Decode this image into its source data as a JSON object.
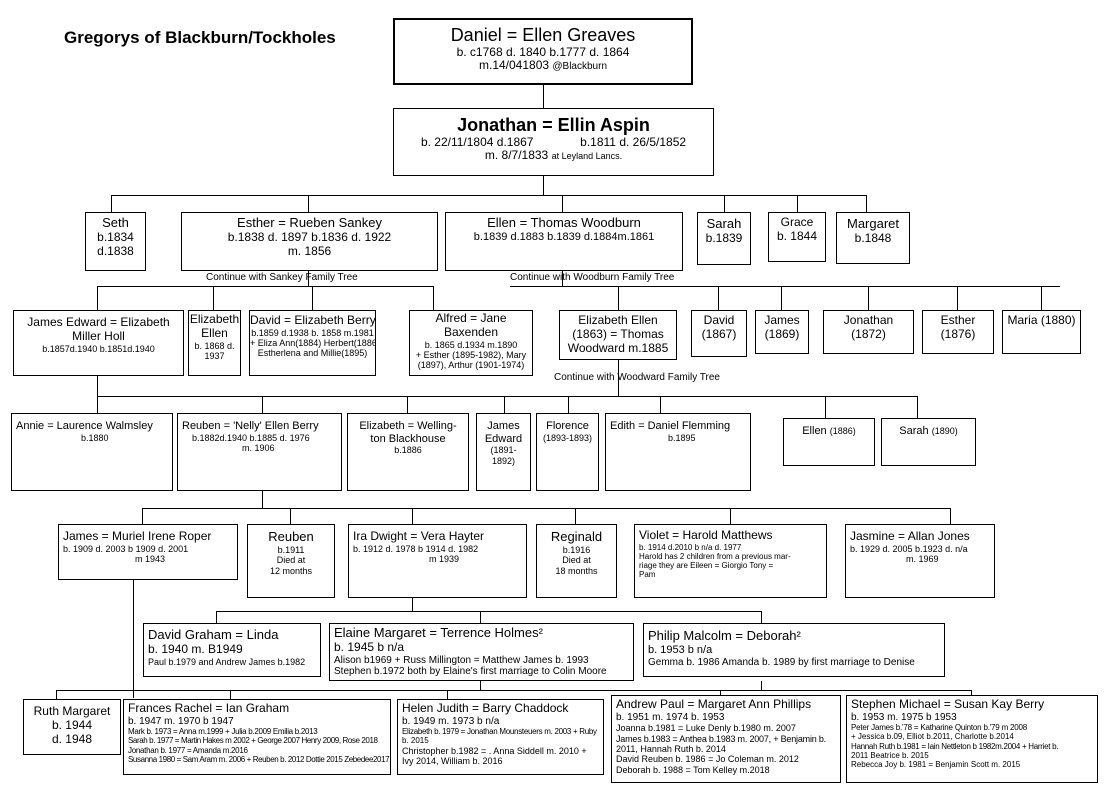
{
  "title": "Gregorys of Blackburn/Tockholes",
  "gen1": {
    "name": "Daniel = Ellen Greaves",
    "dates": "b. c1768 d. 1840  b.1777 d. 1864",
    "married_a": "m.14/041803",
    "married_b": "@Blackburn"
  },
  "gen2": {
    "name": "Jonathan = Ellin Aspin",
    "dates_a": "b. 22/11/1804  d.1867",
    "dates_b": "b.1811 d. 26/5/1852",
    "married_a": "m. 8/7/1833",
    "married_b": "at Leyland Lancs."
  },
  "gen3": {
    "seth": {
      "name": "Seth",
      "l1": "b.1834",
      "l2": "d.1838"
    },
    "esther": {
      "name": "Esther = Rueben Sankey",
      "l1": "b.1838 d. 1897  b.1836 d. 1922",
      "l2": "m. 1856"
    },
    "ellen": {
      "name": "Ellen = Thomas Woodburn",
      "l1": "b.1839 d.1883 b.1839 d.1884m.1861"
    },
    "sarah": {
      "name": "Sarah",
      "l1": "b.1839"
    },
    "grace": {
      "name": "Grace",
      "l1": "b. 1844"
    },
    "margaret": {
      "name": "Margaret",
      "l1": "b.1848"
    },
    "note_sankey": "Continue with Sankey Family Tree",
    "note_woodburn": "Continue with Woodburn Family Tree"
  },
  "gen4": {
    "james_edward": {
      "name_a": "James Edward = Elizabeth",
      "name_b": "Miller Holl",
      "l1": "b.1857d.1940       b.1851d.1940"
    },
    "elizabeth_ellen": {
      "a": "Elizabeth",
      "b": "Ellen",
      "l1": "b. 1868 d.",
      "l2": "1937"
    },
    "david": {
      "name": "David = Elizabeth Berry",
      "l1": "b.1859 d.1938 b. 1858 m.1981",
      "l2": "+ Eliza Ann(1884) Herbert(1886)",
      "l3": "Estherlena and Millie(1895)"
    },
    "alfred": {
      "a": "Alfred = Jane",
      "b": "Baxenden",
      "l1": "b. 1865 d.1934 m.1890",
      "l2": "+ Esther (1895-1982), Mary",
      "l3": "(1897), Arthur (1901-1974)"
    },
    "eliz_ellen_w": {
      "a": "Elizabeth Ellen",
      "b": "(1863) = Thomas",
      "c": "Woodward m.1885"
    },
    "david_w": {
      "a": "David",
      "b": "(1867)"
    },
    "james_w": {
      "a": "James",
      "b": "(1869)"
    },
    "jonathan_w": {
      "a": "Jonathan",
      "b": "(1872)"
    },
    "esther_w": {
      "a": "Esther",
      "b": "(1876)"
    },
    "maria_w": {
      "a": "Maria (1880)"
    },
    "note_woodward": "Continue with Woodward Family Tree"
  },
  "gen5": {
    "annie": {
      "name": "Annie = Laurence Walmsley",
      "l1": "b.1880"
    },
    "reuben": {
      "name": "Reuben = 'Nelly' Ellen Berry",
      "l1": "b.1882d.1940   b.1885 d. 1976",
      "l2": "m. 1906"
    },
    "elizabeth_w": {
      "a": "Elizabeth = Welling-",
      "b": "ton Blackhouse",
      "l1": "b.1886"
    },
    "james_e": {
      "a": "James",
      "b": "Edward",
      "l1": "(1891-",
      "l2": "1892)"
    },
    "florence": {
      "a": "Florence",
      "l1": "(1893-1893)"
    },
    "edith": {
      "name": "Edith = Daniel Flemming",
      "l1": "b.1895"
    },
    "ellen_w": {
      "name": "Ellen",
      "yr": "(1886)"
    },
    "sarah_w": {
      "name": "Sarah",
      "yr": "(1890)"
    }
  },
  "gen6": {
    "james": {
      "name": "James   = Muriel Irene Roper",
      "l1": "b. 1909 d. 2003    b 1909 d. 2001",
      "l2": "m 1943"
    },
    "reuben": {
      "name": "Reuben",
      "l1": "b.1911",
      "l2": "Died at",
      "l3": "12 months"
    },
    "ira": {
      "name": "Ira Dwight    = Vera Hayter",
      "l1": "b. 1912  d. 1978      b 1914 d. 1982",
      "l2": "m 1939"
    },
    "reginald": {
      "name": "Reginald",
      "l1": "b.1916",
      "l2": "Died at",
      "l3": "18 months"
    },
    "violet": {
      "name": "Violet      = Harold Matthews",
      "l1": "b. 1914 d.2010   b n/a d. 1977",
      "l2": "Harold has 2 children from a previous mar-",
      "l3": "riage they are Eileen = Giorgio       Tony =",
      "l4": "Pam"
    },
    "jasmine": {
      "name": "Jasmine = Allan Jones",
      "l1": "b. 1929  d. 2005 b.1923  d. n/a",
      "l2": "m. 1969"
    }
  },
  "gen7": {
    "david_g": {
      "name": "David Graham = Linda",
      "l1": "b.  1940   m.          B1949",
      "l2": "Paul b.1979 and Andrew James b.1982"
    },
    "elaine": {
      "name": "Elaine Margaret = Terrence Holmes²",
      "l1": "b.  1945                      b n/a",
      "l2": "Alison b1969 + Russ Millington = Matthew James b. 1993",
      "l3": "Stephen b.1972 both by Elaine's first marriage to Colin Moore"
    },
    "philip": {
      "name": "Philip Malcolm    = Deborah²",
      "l1": "b.  1953                   b n/a",
      "l2": "Gemma b. 1986 Amanda b. 1989 by first marriage to Denise"
    }
  },
  "gen8": {
    "ruth": {
      "name": "Ruth Margaret",
      "l1": "b. 1944",
      "l2": "d. 1948"
    },
    "frances": {
      "name": "Frances Rachel = Ian Graham",
      "l1": "b. 1947 m. 1970    b 1947",
      "l2": "Mark b. 1973 = Anna m.1999 + Julia b.2009 Emilia b.2013",
      "l3": "Sarah b. 1977 = Martin Hakes m 2002 + George 2007 Henry 2009, Rose 2018",
      "l4": "Jonathan b. 1977 = Amanda m.2016",
      "l5": "Susanna 1980 = Sam Aram m. 2006 + Reuben b. 2012 Dottie 2015 Zebedee2017"
    },
    "helen": {
      "name": "Helen Judith =  Barry Chaddock",
      "l1": "b. 1949 m. 1973    b n/a",
      "l2": "Elizabeth b. 1979 = Jonathan Mounsteuers m. 2003 + Ruby",
      "l3": "b. 2015",
      "l4": "Christopher b.1982 = . Anna Siddell m. 2010 +",
      "l5": "Ivy 2014, William b. 2016"
    },
    "andrew": {
      "name": "Andrew Paul = Margaret Ann Phillips",
      "l1": "b. 1951    m. 1974  b. 1953",
      "l2": "Joanna b.1981 = Luke Denly b.1980 m. 2007",
      "l3": "James b.1983 = Anthea b.1983 m. 2007, + Benjamin b.",
      "l4": "2011, Hannah Ruth b. 2014",
      "l5": "David Reuben b. 1986 = Jo Coleman m. 2012",
      "l6": "Deborah b. 1988 = Tom Kelley m.2018"
    },
    "stephen": {
      "name": "Stephen Michael = Susan Kay Berry",
      "l1": "b. 1953         m. 1975  b 1953",
      "l2": "Peter James b.'78 = Katharine Quinton b.'79 m 2008",
      "l3": "+ Jessica b.09, Elliot b.2011, Charlotte b.2014",
      "l4": "Hannah Ruth b.1981 = Iain Nettleton b 1982m.2004 + Harriet b.",
      "l5": "2011 Beatrice b. 2015",
      "l6": "Rebecca Joy b. 1981 = Benjamin Scott m. 2015"
    }
  }
}
